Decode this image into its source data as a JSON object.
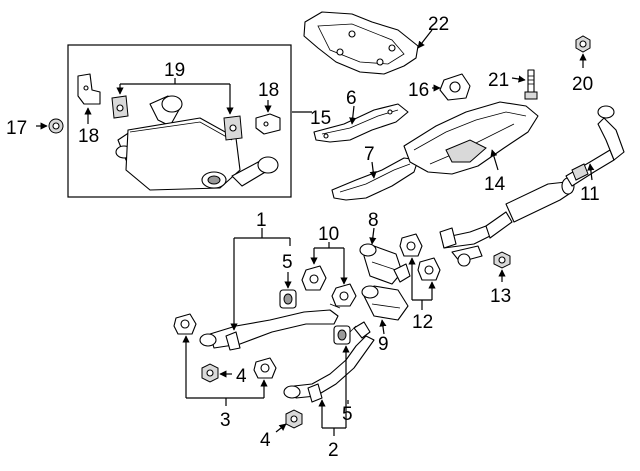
{
  "callouts": {
    "c1": "1",
    "c2": "2",
    "c3": "3",
    "c4a": "4",
    "c4b": "4",
    "c5a": "5",
    "c5b": "5",
    "c6": "6",
    "c7": "7",
    "c8": "8",
    "c9": "9",
    "c10": "10",
    "c11": "11",
    "c12": "12",
    "c13": "13",
    "c14": "14",
    "c15": "15",
    "c16": "16",
    "c17": "17",
    "c18a": "18",
    "c18b": "18",
    "c19": "19",
    "c20": "20",
    "c21": "21",
    "c22": "22"
  }
}
